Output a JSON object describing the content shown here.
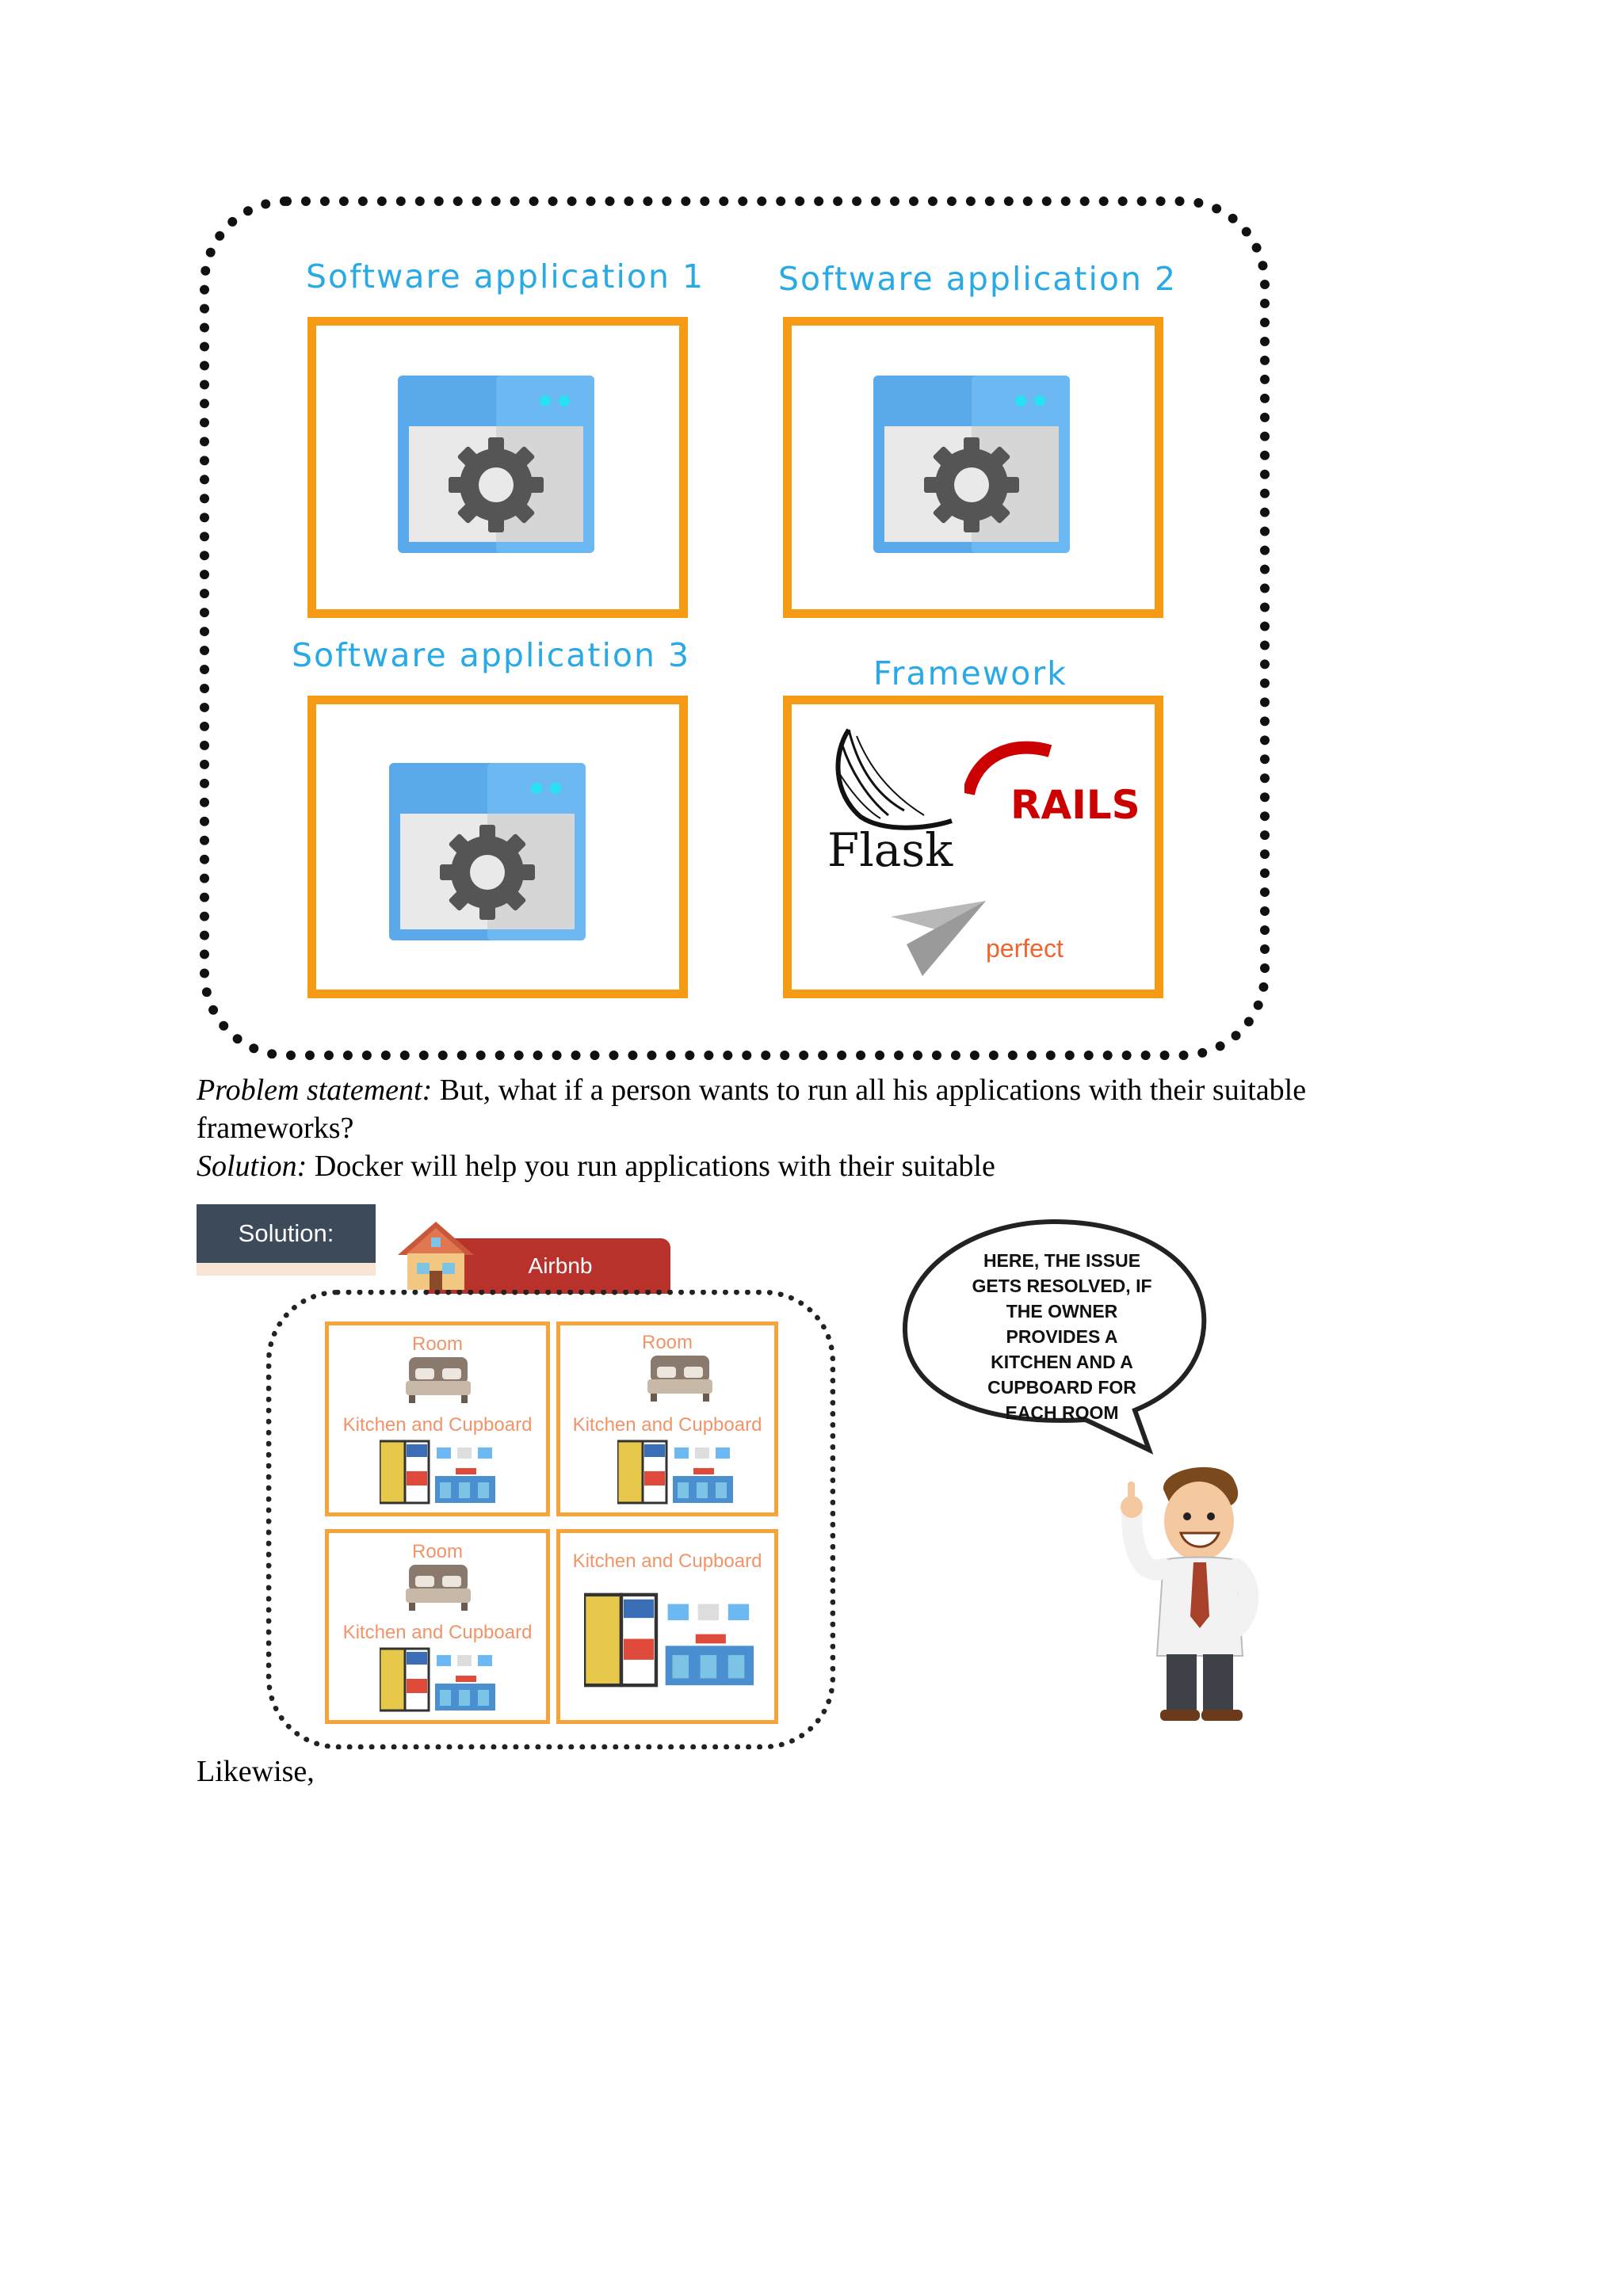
{
  "figure1": {
    "apps": [
      {
        "title": "Software application 1"
      },
      {
        "title": "Software application 2"
      },
      {
        "title": "Software application 3"
      }
    ],
    "framework": {
      "title": "Framework",
      "logos": [
        {
          "name": "flask",
          "label": "Flask"
        },
        {
          "name": "rails",
          "label": "RAILS"
        },
        {
          "name": "perfect",
          "label": "perfect"
        }
      ]
    }
  },
  "text": {
    "problem_label": "Problem statement:",
    "problem_text": " But, what if a person wants to run all his applications with their suitable",
    "problem_text_2": "frameworks?",
    "solution_label": "Solution:",
    "solution_text": " Docker will help you run applications with their suitable",
    "likewise": "Likewise,"
  },
  "figure2": {
    "tab_label": "Solution:",
    "banner_label": "Airbnb",
    "rooms": [
      {
        "room_label": "Room",
        "kitchen_label": "Kitchen and Cupboard"
      },
      {
        "room_label": "Room",
        "kitchen_label": "Kitchen and Cupboard"
      },
      {
        "room_label": "Room",
        "kitchen_label": "Kitchen and Cupboard"
      },
      {
        "kitchen_label": "Kitchen and Cupboard"
      }
    ],
    "speech_lines": [
      "HERE, THE ISSUE",
      "GETS RESOLVED, IF",
      "THE OWNER",
      "PROVIDES A",
      "KITCHEN AND A",
      "CUPBOARD FOR",
      "EACH ROOM"
    ]
  },
  "colors": {
    "accent_orange": "#f59a14",
    "title_blue": "#29a9e6",
    "window_blue": "#5aa9ea",
    "gear_gray": "#555555",
    "rails_red": "#cc0000",
    "perfect_orange": "#f0642d",
    "airbnb_red": "#b8312a",
    "tab_gray": "#3d4a5a"
  },
  "icons": [
    "app-window-icon",
    "gear-icon",
    "flask-logo",
    "rails-logo",
    "perfect-logo",
    "house-icon",
    "bed-icon",
    "cupboard-icon",
    "kitchen-icon",
    "speech-bubble",
    "businessman-illustration"
  ]
}
